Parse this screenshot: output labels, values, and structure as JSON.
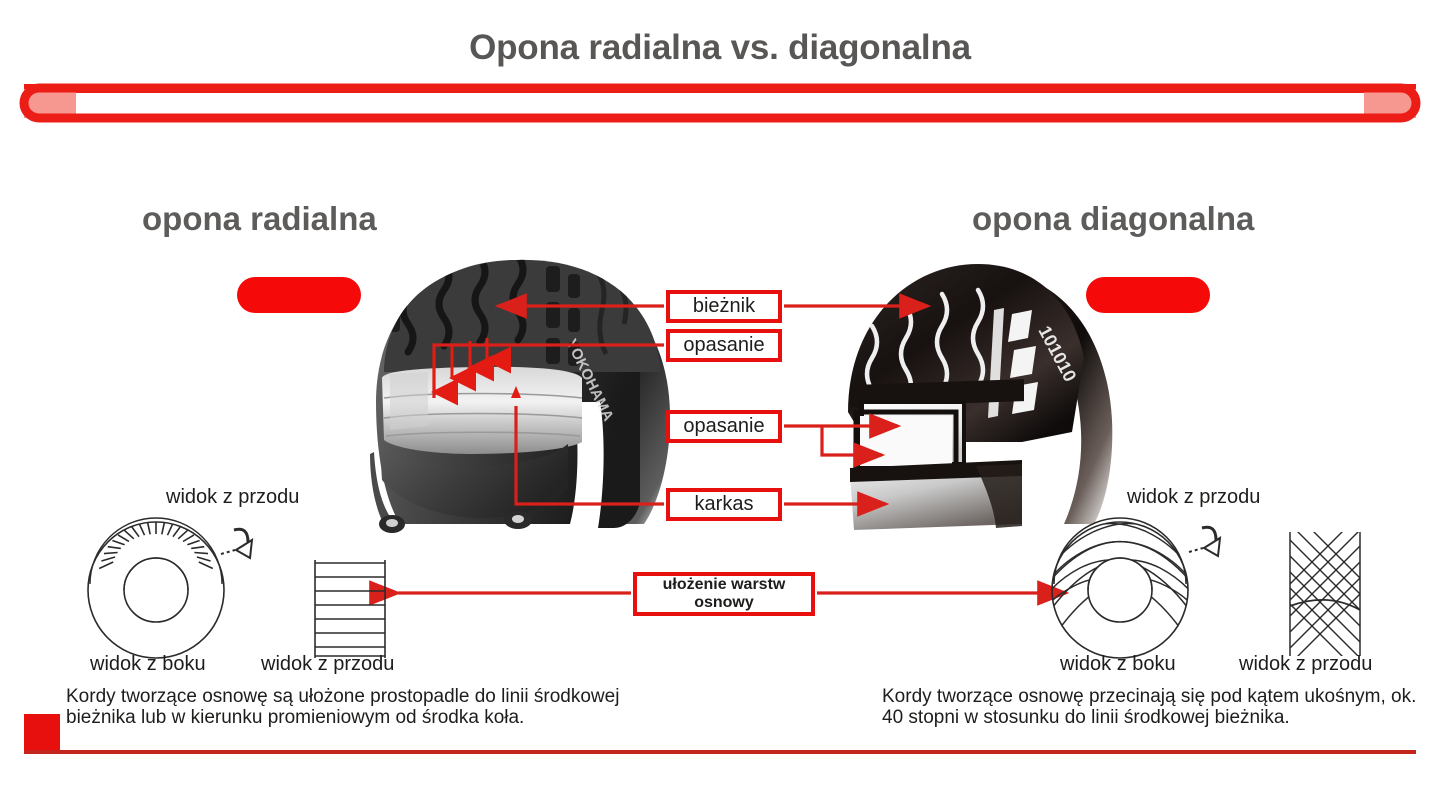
{
  "title": "Opona radialna vs. diagonalna",
  "sections": {
    "left_heading": "opona radialna",
    "right_heading": "opona diagonalna"
  },
  "callouts": {
    "tread": "bieżnik",
    "belt_radial": "opasanie",
    "belt_diagonal": "opasanie",
    "carcass": "karkas",
    "ply_layout_line1": "ułożenie warstw",
    "ply_layout_line2": "osnowy"
  },
  "diagrams": {
    "left": {
      "side_view_label": "widok z boku",
      "front_view_label_top": "widok z przodu",
      "front_view_label_bottom": "widok z przodu"
    },
    "right": {
      "side_view_label": "widok z boku",
      "front_view_label_top": "widok z przodu",
      "front_view_label_bottom": "widok z przodu"
    }
  },
  "descriptions": {
    "left": "Kordy tworzące osnowę są ułożone prostopadle do linii środkowej bieżnika lub w kierunku promieniowym od środka koła.",
    "right": "Kordy tworzące osnowę przecinają się pod kątem ukośnym, ok. 40 stopni w stosunku do linii środkowej bieżnika."
  },
  "colors": {
    "accent_red": "#e8100f",
    "bright_red": "#f50909",
    "pale_red": "#f79890",
    "title_gray": "#595755",
    "heading_gray": "#5e5c5a",
    "text_dark": "#1d1d1b",
    "line_dark": "#2b2b2b"
  },
  "icons": {
    "arrow_right": "arrow-right-icon",
    "arrow_left": "arrow-left-icon",
    "arrow_down": "arrow-down-icon",
    "view_pointer": "view-direction-pointer-icon"
  }
}
